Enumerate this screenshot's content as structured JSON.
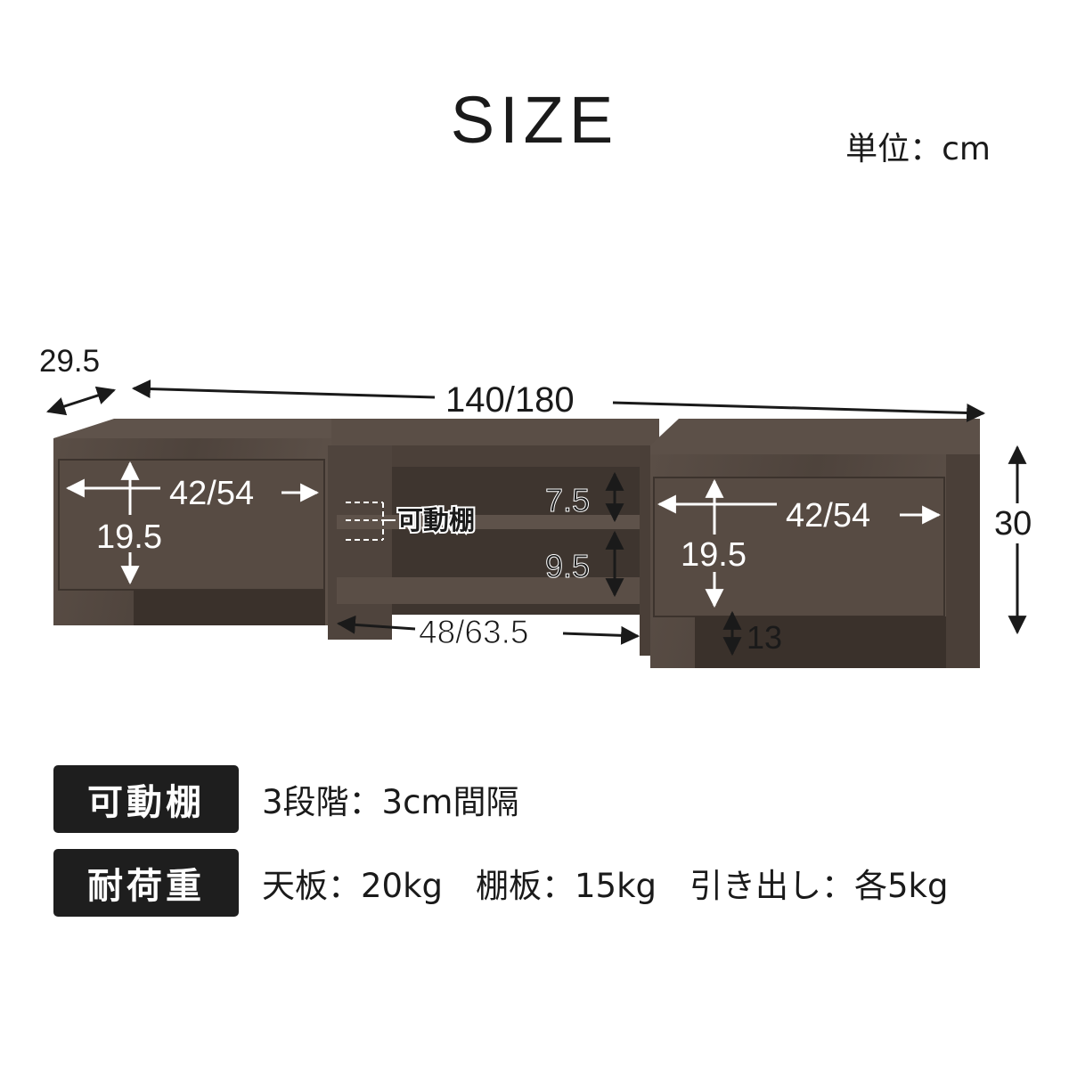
{
  "header": {
    "title": "SIZE",
    "unit": "単位：cm"
  },
  "dimensions": {
    "depth": "29.5",
    "width": "140/180",
    "height": "30",
    "left_drawer_width": "42/54",
    "left_drawer_height": "19.5",
    "right_drawer_width": "42/54",
    "right_drawer_height": "19.5",
    "upper_shelf_height": "7.5",
    "lower_shelf_height": "9.5",
    "adjustable_shelf_label": "可動棚",
    "center_width": "48/63.5",
    "leg_clearance": "13"
  },
  "colors": {
    "wood_dark": "#4a3f37",
    "wood_mid": "#5c5048",
    "wood_light": "#6b5e55",
    "label_bg": "#1e1e1e"
  },
  "specs": [
    {
      "label": "可動棚",
      "value": "3段階：3cm間隔"
    },
    {
      "label": "耐荷重",
      "value": "天板：20kg　棚板：15kg　引き出し：各5kg"
    }
  ]
}
